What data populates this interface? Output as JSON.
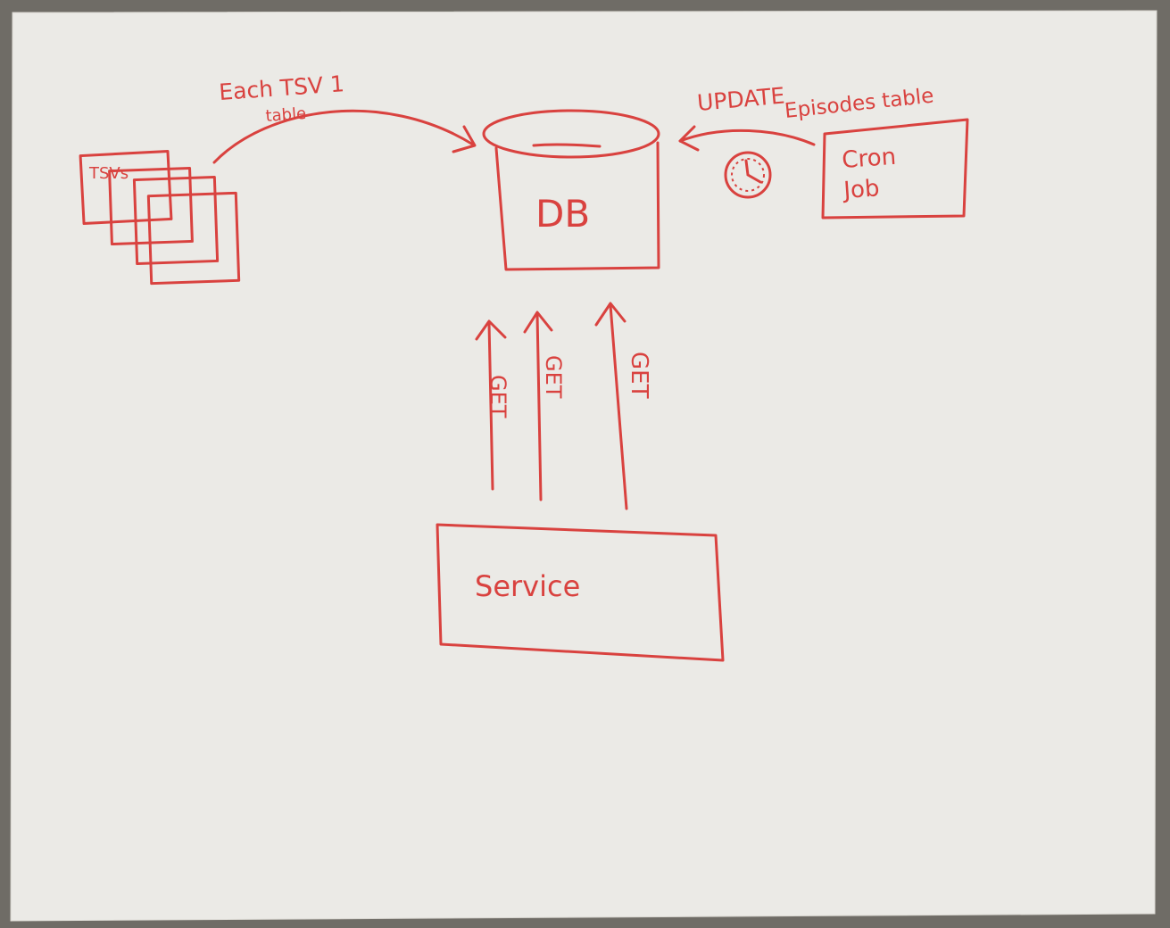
{
  "colors": {
    "ink": "#d9423f",
    "paper": "#ebeae6",
    "background": "#6f6c66"
  },
  "nodes": {
    "tsvs": "TSVs",
    "db": "DB",
    "cron": {
      "line1": "Cron",
      "line2": "Job"
    },
    "service": "Service"
  },
  "edges": {
    "tsv_to_db": {
      "line1": "Each TSV 1",
      "line2": "table"
    },
    "cron_to_db": {
      "line1": "UPDATE",
      "line2": "Episodes table"
    },
    "service_to_db": [
      "GET",
      "GET",
      "GET"
    ]
  },
  "icons": {
    "clock": "clock-icon"
  }
}
